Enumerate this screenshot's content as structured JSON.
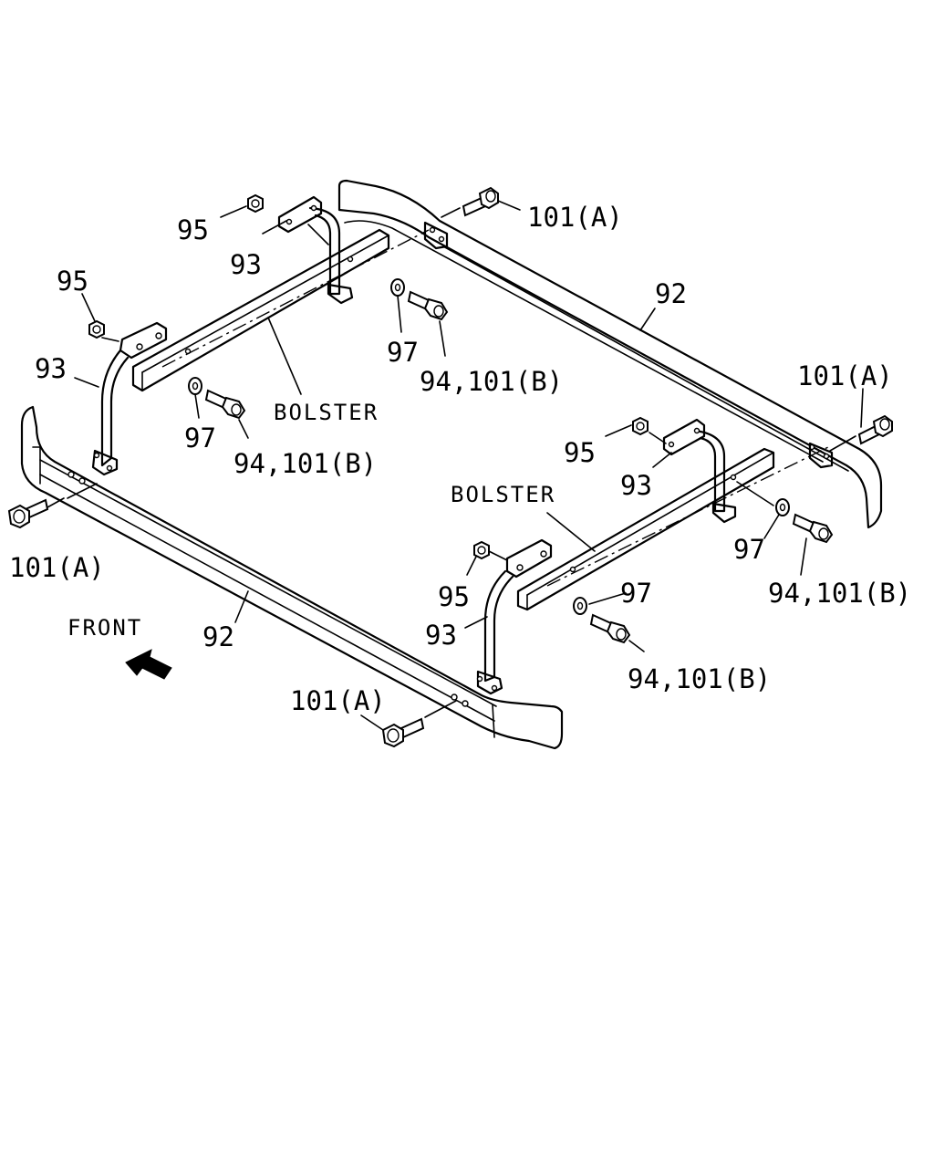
{
  "labels": {
    "l95_a": "95",
    "l93_a": "93",
    "l101a_a": "101(A)",
    "l92_a": "92",
    "l97_a": "97",
    "l94_a": "94,101(B)",
    "l95_b": "95",
    "l93_b": "93",
    "l97_b": "97",
    "l94_b": "94,101(B)",
    "bolster_a": "BOLSTER",
    "l101a_b": "101(A)",
    "l95_c": "95",
    "l93_c": "93",
    "bolster_b": "BOLSTER",
    "l97_c": "97",
    "l94_c": "94,101(B)",
    "l101a_c": "101(A)",
    "l95_d": "95",
    "l97_d": "97",
    "l93_d": "93",
    "l94_d": "94,101(B)",
    "l92_b": "92",
    "front": "FRONT",
    "l101a_d": "101(A)"
  },
  "icons": {
    "front_arrow": "arrow-upleft-icon"
  }
}
